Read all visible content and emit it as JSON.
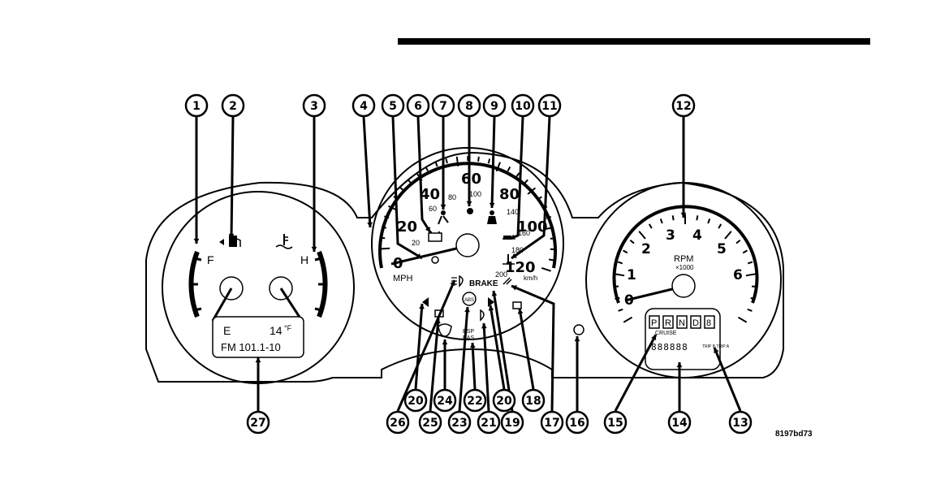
{
  "figure_code": "8197bd73",
  "callouts": [
    "1",
    "2",
    "3",
    "4",
    "5",
    "6",
    "7",
    "8",
    "9",
    "10",
    "11",
    "12",
    "13",
    "14",
    "15",
    "16",
    "17",
    "18",
    "19",
    "20",
    "21",
    "22",
    "23",
    "24",
    "25",
    "26",
    "20",
    "27"
  ],
  "fuel_gauge": {
    "full_label": "F"
  },
  "temp_gauge": {
    "hot_label": "H"
  },
  "speedometer": {
    "unit_label": "MPH",
    "mph_ticks": [
      "0",
      "20",
      "40",
      "60",
      "80",
      "100",
      "120"
    ],
    "kmh_ticks": [
      "20",
      "60",
      "80",
      "100",
      "140",
      "160",
      "180",
      "200"
    ],
    "kmh_unit": "km/h"
  },
  "tachometer": {
    "ticks": [
      "0",
      "1",
      "2",
      "3",
      "4",
      "5",
      "6"
    ],
    "unit_label": "RPM",
    "multiplier_label": "×1000"
  },
  "warning_labels": {
    "brake": "BRAKE",
    "abs": "ABS",
    "esp": "ESP",
    "bas": "BAS"
  },
  "left_display": {
    "compass": "E",
    "temperature": "14",
    "temp_unit": "°F",
    "radio": "FM 101.1-10"
  },
  "transmission": {
    "gears": [
      "P",
      "R",
      "N",
      "D",
      "8"
    ],
    "cruise_label": "CRUISE",
    "odometer": "888888",
    "trip_small": "TRIP B TRIP A"
  }
}
